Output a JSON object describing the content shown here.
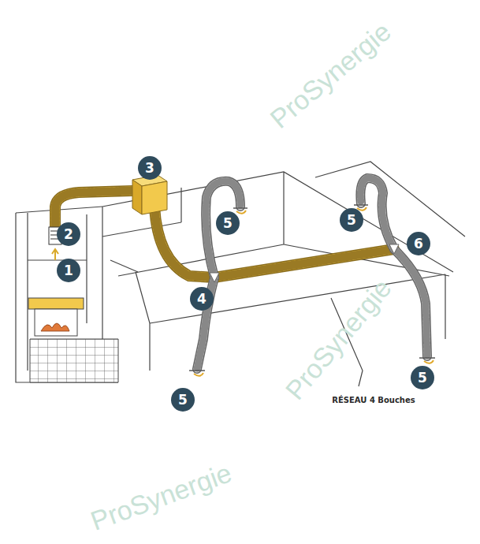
{
  "diagram": {
    "labels": [
      "1",
      "2",
      "3",
      "4",
      "5",
      "5",
      "6",
      "5",
      "5",
      "RÉSEAU 4 Bouches",
      "ProSynergie",
      "ProSynergie",
      "ProSynergie"
    ]
  }
}
